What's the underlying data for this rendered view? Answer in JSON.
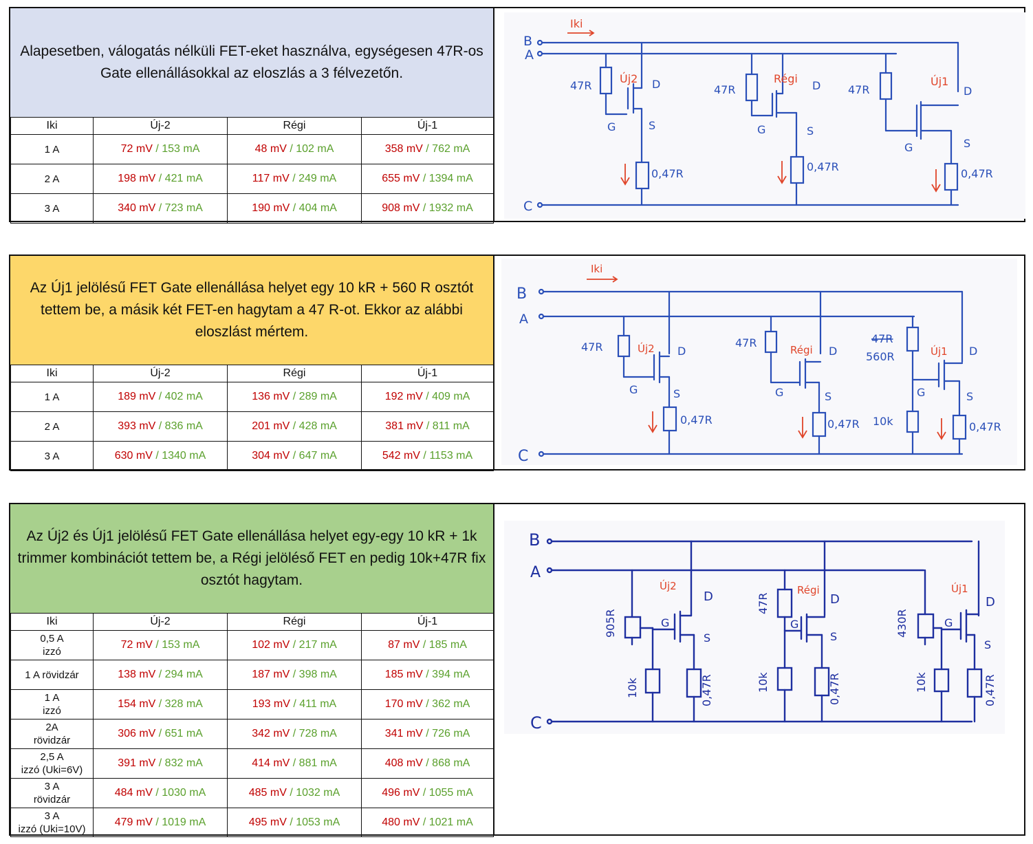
{
  "sections": [
    {
      "title": "Alapesetben, válogatás nélküli FET-eket használva, egységesen 47R-os Gate ellenállásokkal az eloszlás a 3 félvezetőn.",
      "headers": [
        "Iki",
        "Új-2",
        "Régi",
        "Új-1"
      ],
      "rows": [
        {
          "label": "1 A",
          "cells": [
            [
              "72 mV",
              "/ 153 mA"
            ],
            [
              "48 mV",
              "/ 102 mA"
            ],
            [
              "358 mV",
              "/ 762 mA"
            ]
          ]
        },
        {
          "label": "2 A",
          "cells": [
            [
              "198 mV",
              "/ 421 mA"
            ],
            [
              "117 mV",
              "/ 249 mA"
            ],
            [
              "655 mV",
              "/ 1394 mA"
            ]
          ]
        },
        {
          "label": "3 A",
          "cells": [
            [
              "340 mV",
              "/ 723 mA"
            ],
            [
              "190 mV",
              "/ 404 mA"
            ],
            [
              "908 mV",
              "/ 1932 mA"
            ]
          ]
        }
      ],
      "diagram": {
        "rails": [
          "B",
          "A",
          "C"
        ],
        "current_label": "Iki",
        "fets": [
          {
            "name": "Új2",
            "gate_r": "47R",
            "src_r": "0,47R"
          },
          {
            "name": "Régi",
            "gate_r": "47R",
            "src_r": "0,47R"
          },
          {
            "name": "Új1",
            "gate_r": "47R",
            "src_r": "0,47R"
          }
        ],
        "pin_labels": [
          "D",
          "G",
          "S"
        ]
      }
    },
    {
      "title": "Az Új1 jelölésű FET Gate ellenállása helyet egy 10 kR + 560 R osztót tettem be, a másik két FET-en hagytam a 47 R-ot. Ekkor az alábbi eloszlást mértem.",
      "headers": [
        "Iki",
        "Új-2",
        "Régi",
        "Új-1"
      ],
      "rows": [
        {
          "label": "1 A",
          "cells": [
            [
              "189 mV",
              "/ 402 mA"
            ],
            [
              "136 mV",
              "/ 289 mA"
            ],
            [
              "192 mV",
              "/ 409 mA"
            ]
          ]
        },
        {
          "label": "2 A",
          "cells": [
            [
              "393 mV",
              "/ 836 mA"
            ],
            [
              "201 mV",
              "/ 428 mA"
            ],
            [
              "381 mV",
              "/ 811 mA"
            ]
          ]
        },
        {
          "label": "3 A",
          "cells": [
            [
              "630 mV",
              "/ 1340 mA"
            ],
            [
              "304 mV",
              "/ 647 mA"
            ],
            [
              "542 mV",
              "/ 1153 mA"
            ]
          ]
        }
      ],
      "diagram": {
        "rails": [
          "B",
          "A",
          "C"
        ],
        "current_label": "Iki",
        "fets": [
          {
            "name": "Új2",
            "gate_r": "47R",
            "src_r": "0,47R"
          },
          {
            "name": "Régi",
            "gate_r": "47R",
            "src_r": "0,47R"
          },
          {
            "name": "Új1",
            "gate_r": "560R",
            "gate_r_old": "47R",
            "div_r": "10k",
            "src_r": "0,47R"
          }
        ],
        "pin_labels": [
          "D",
          "G",
          "S"
        ]
      }
    },
    {
      "title": "Az Új2 és Új1 jelölésű FET Gate ellenállása helyet egy-egy 10 kR + 1k trimmer kombinációt tettem be, a Régi jelöléső FET en pedig 10k+47R fix osztót hagytam.",
      "headers": [
        "Iki",
        "Új-2",
        "Régi",
        "Új-1"
      ],
      "rows": [
        {
          "label": "0,5 A izzó",
          "cells": [
            [
              "72 mV",
              "/ 153 mA"
            ],
            [
              "102 mV",
              "/ 217 mA"
            ],
            [
              "87 mV",
              "/ 185 mA"
            ]
          ]
        },
        {
          "label": "1 A rövidzár",
          "cells": [
            [
              "138 mV",
              "/ 294 mA"
            ],
            [
              "187 mV",
              "/ 398 mA"
            ],
            [
              "185 mV",
              "/ 394 mA"
            ]
          ]
        },
        {
          "label": "1 A izzó",
          "cells": [
            [
              "154 mV",
              "/ 328 mA"
            ],
            [
              "193 mV",
              "/ 411 mA"
            ],
            [
              "170 mV",
              "/ 362 mA"
            ]
          ]
        },
        {
          "label": "2A rövidzár",
          "cells": [
            [
              "306 mV",
              "/ 651 mA"
            ],
            [
              "342 mV",
              "/ 728 mA"
            ],
            [
              "341 mV",
              "/ 726 mA"
            ]
          ]
        },
        {
          "label": "2,5 A izzó (Uki=6V)",
          "cells": [
            [
              "391 mV",
              "/ 832 mA"
            ],
            [
              "414 mV",
              "/ 881 mA"
            ],
            [
              "408 mV",
              "/ 868 mA"
            ]
          ]
        },
        {
          "label": "3 A rövidzár",
          "cells": [
            [
              "484 mV",
              "/ 1030 mA"
            ],
            [
              "485 mV",
              "/ 1032 mA"
            ],
            [
              "496 mV",
              "/ 1055 mA"
            ]
          ]
        },
        {
          "label": "3 A izzó (Uki=10V)",
          "cells": [
            [
              "479 mV",
              "/ 1019 mA"
            ],
            [
              "495 mV",
              "/ 1053 mA"
            ],
            [
              "480 mV",
              "/ 1021 mA"
            ]
          ]
        }
      ],
      "row_labels_split": [
        [
          "0,5 A",
          "izzó"
        ],
        [
          "1 A rövidzár"
        ],
        [
          "1 A",
          "izzó"
        ],
        [
          "2A",
          "rövidzár"
        ],
        [
          "2,5 A",
          "izzó (Uki=6V)"
        ],
        [
          "3 A",
          "rövidzár"
        ],
        [
          "3 A",
          "izzó (Uki=10V)"
        ]
      ],
      "diagram": {
        "rails": [
          "B",
          "A",
          "C"
        ],
        "fets": [
          {
            "name": "Új2",
            "gate_r": "905R",
            "div_r": "10k",
            "src_r": "0,47R"
          },
          {
            "name": "Régi",
            "gate_r": "47R",
            "div_r": "10k",
            "src_r": "0,47R"
          },
          {
            "name": "Új1",
            "gate_r": "430R",
            "div_r": "10k",
            "src_r": "0,47R"
          }
        ],
        "pin_labels": [
          "D",
          "G",
          "S"
        ]
      }
    }
  ],
  "colors": {
    "voltage": "#c00000",
    "current": "#5aa02c",
    "ink_blue": "#2a4fb8",
    "ink_red": "#e0452a"
  }
}
